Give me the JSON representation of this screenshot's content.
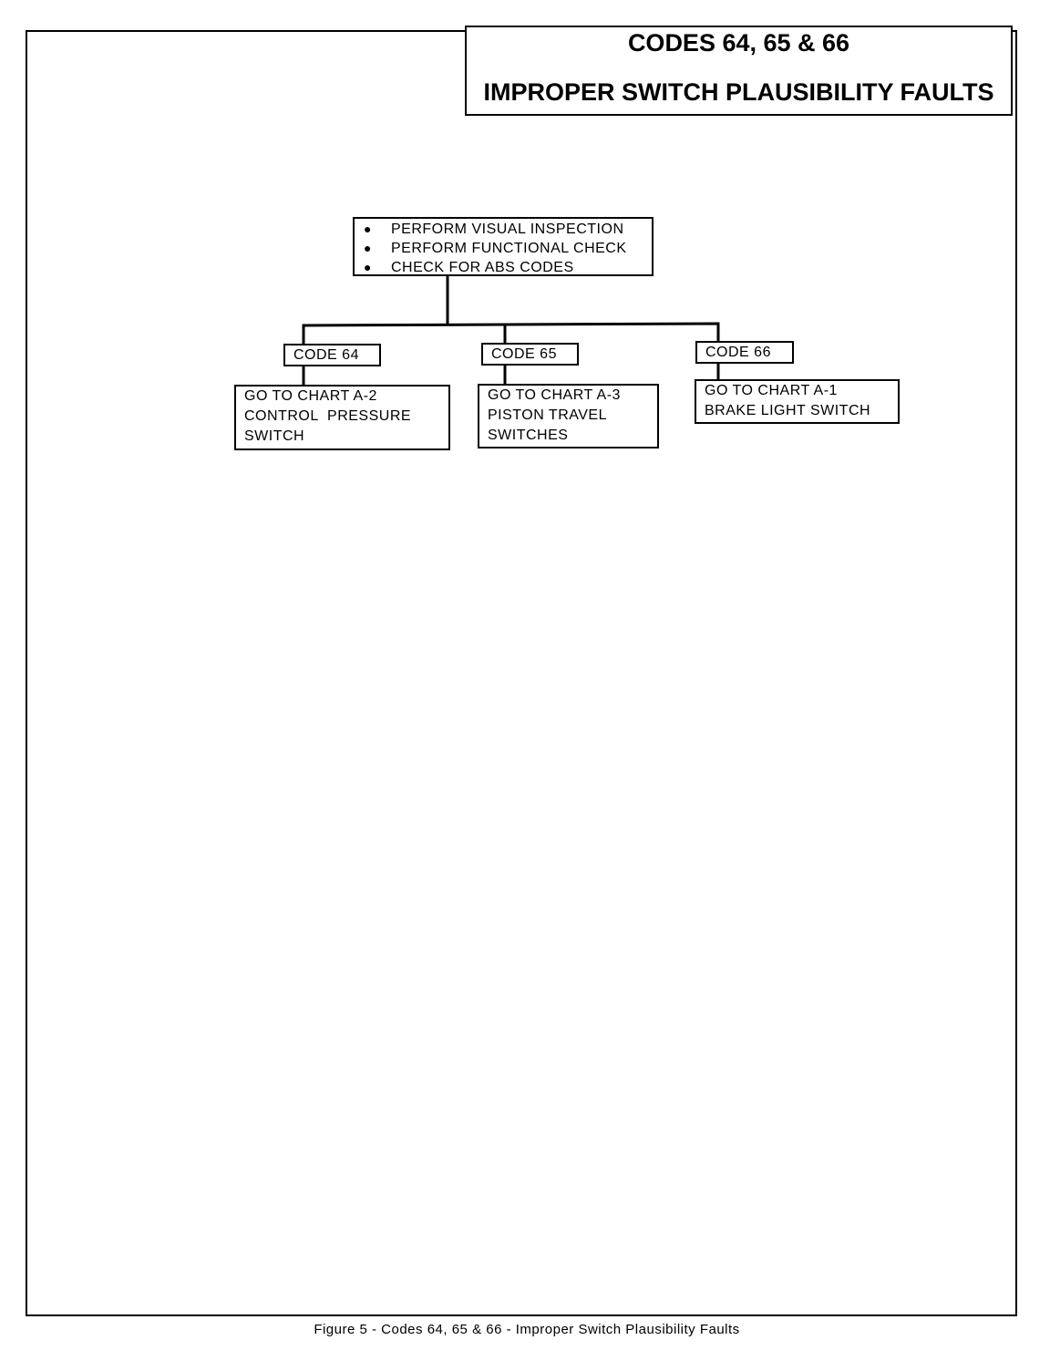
{
  "header": {
    "title_line1": "CODES 64, 65 & 66",
    "title_line2": "IMPROPER SWITCH PLAUSIBILITY FAULTS"
  },
  "start_box": {
    "items": [
      "PERFORM VISUAL INSPECTION",
      "PERFORM FUNCTIONAL CHECK",
      "CHECK FOR ABS CODES"
    ]
  },
  "branches": [
    {
      "code_label": "CODE 64",
      "action_lines": [
        "GO TO CHART A-2",
        "CONTROL  PRESSURE",
        "SWITCH"
      ]
    },
    {
      "code_label": "CODE 65",
      "action_lines": [
        "GO TO CHART A-3",
        "PISTON TRAVEL",
        "SWITCHES"
      ]
    },
    {
      "code_label": "CODE 66",
      "action_lines": [
        "GO TO CHART A-1",
        "BRAKE LIGHT SWITCH"
      ]
    }
  ],
  "caption": "Figure 5 -  Codes 64, 65 & 66 - Improper Switch Plausibility Faults"
}
